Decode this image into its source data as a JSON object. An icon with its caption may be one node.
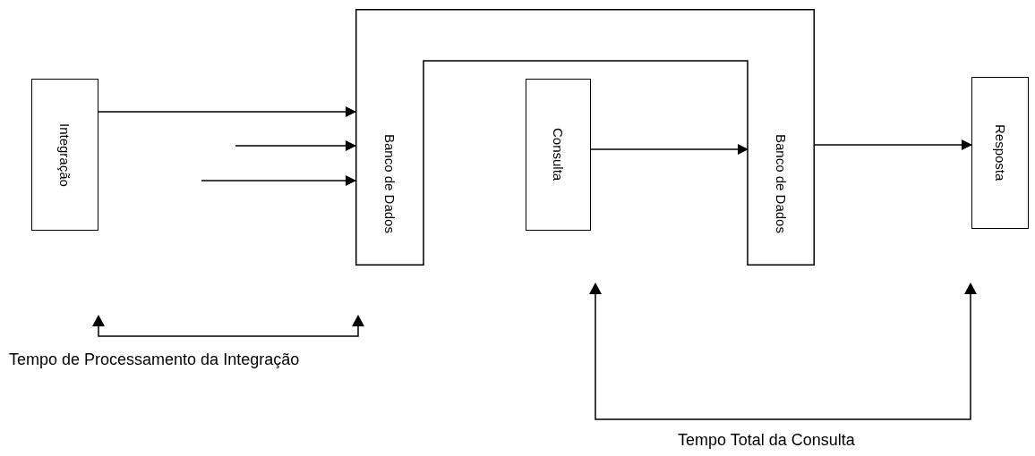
{
  "diagram": {
    "nodes": [
      {
        "text": [
          "Integração"
        ]
      },
      {
        "text": [
          "Banco de Dados",
          "Banco de Dados"
        ]
      },
      {
        "text": [
          "Consulta"
        ]
      },
      {
        "text": [
          "Resposta"
        ]
      }
    ],
    "edges": [
      {
        "from": 0,
        "to": 1,
        "arrow": "to"
      },
      {
        "from": null,
        "to": 1,
        "arrow": "to"
      },
      {
        "from": null,
        "to": 1,
        "arrow": "to"
      },
      {
        "from": 2,
        "to": 1,
        "arrow": "to"
      },
      {
        "from": 1,
        "to": 3,
        "arrow": "to"
      }
    ],
    "labels": [
      "Tempo de Processamento da Integração",
      "Tempo Total da Consulta"
    ]
  }
}
